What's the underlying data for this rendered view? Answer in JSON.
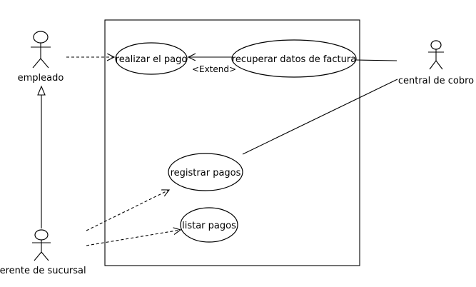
{
  "actors": {
    "empleado": "empleado",
    "gerente": "gerente de sucursal",
    "central": "central de cobro"
  },
  "use_cases": {
    "realizar_pago": "realizar el pago",
    "recuperar_datos": "recuperar datos de factura",
    "registrar_pagos": "registrar pagos",
    "listar_pagos": "listar pagos"
  },
  "relations": {
    "extend_label": "<Extend>"
  }
}
